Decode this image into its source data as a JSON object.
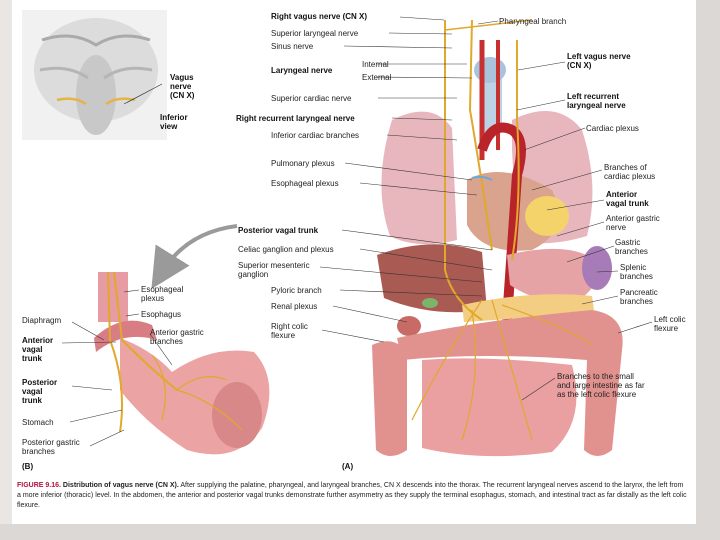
{
  "figure": {
    "caption": {
      "label": "FIGURE 9.16.",
      "title": "Distribution of vagus nerve (CN X).",
      "text": "After supplying the palatine, pharyngeal, and laryngeal branches, CN X descends into the thorax. The recurrent laryngeal nerves ascend to the larynx, the left from a more inferior (thoracic) level. In the abdomen, the anterior and posterior vagal trunks demonstrate further asymmetry as they supply the terminal esophagus, stomach, and intestinal tract as far distally as the left colic flexure."
    },
    "inset": {
      "vagus_label": [
        "Vagus",
        "nerve",
        "(CN X)"
      ],
      "view_label": [
        "Inferior",
        "view"
      ]
    },
    "panel_a": {
      "id": "(A)",
      "labels": {
        "right_vagus": "Right vagus nerve (CN X)",
        "pharyngeal": "Pharyngeal branch",
        "superior_laryngeal": "Superior laryngeal nerve",
        "sinus": "Sinus nerve",
        "laryngeal": "Laryngeal nerve",
        "internal": "Internal",
        "external": "External",
        "left_vagus": [
          "Left vagus nerve",
          "(CN X)"
        ],
        "superior_cardiac": "Superior cardiac nerve",
        "left_recurrent": [
          "Left recurrent",
          "laryngeal nerve"
        ],
        "right_recurrent": "Right recurrent laryngeal nerve",
        "inferior_cardiac": "Inferior cardiac branches",
        "cardiac_plexus": "Cardiac plexus",
        "pulmonary_plexus": "Pulmonary plexus",
        "branches_cardiac": [
          "Branches of",
          "cardiac plexus"
        ],
        "esophageal_plexus": "Esophageal plexus",
        "anterior_vagal": [
          "Anterior",
          "vagal trunk"
        ],
        "anterior_gastric": [
          "Anterior gastric",
          "nerve"
        ],
        "posterior_vagal": "Posterior vagal trunk",
        "celiac": "Celiac ganglion and plexus",
        "gastric_branches": [
          "Gastric",
          "branches"
        ],
        "sup_mesenteric": [
          "Superior mesenteric",
          "ganglion"
        ],
        "splenic": [
          "Splenic",
          "branches"
        ],
        "pyloric": "Pyloric branch",
        "pancreatic": [
          "Pancreatic",
          "branches"
        ],
        "renal": "Renal plexus",
        "right_colic": [
          "Right colic",
          "flexure"
        ],
        "left_colic": [
          "Left colic",
          "flexure"
        ],
        "small_large": [
          "Branches to the small",
          "and large intestine as far",
          "as the left colic flexure"
        ]
      }
    },
    "panel_b": {
      "id": "(B)",
      "labels": {
        "esophageal_plexus": [
          "Esophageal",
          "plexus"
        ],
        "esophagus": "Esophagus",
        "diaphragm": "Diaphragm",
        "anterior_gastric": [
          "Anterior gastric",
          "branches"
        ],
        "anterior_vagal": [
          "Anterior",
          "vagal",
          "trunk"
        ],
        "posterior_vagal": [
          "Posterior",
          "vagal",
          "trunk"
        ],
        "stomach": "Stomach",
        "posterior_gastric": [
          "Posterior gastric",
          "branches"
        ]
      }
    }
  }
}
